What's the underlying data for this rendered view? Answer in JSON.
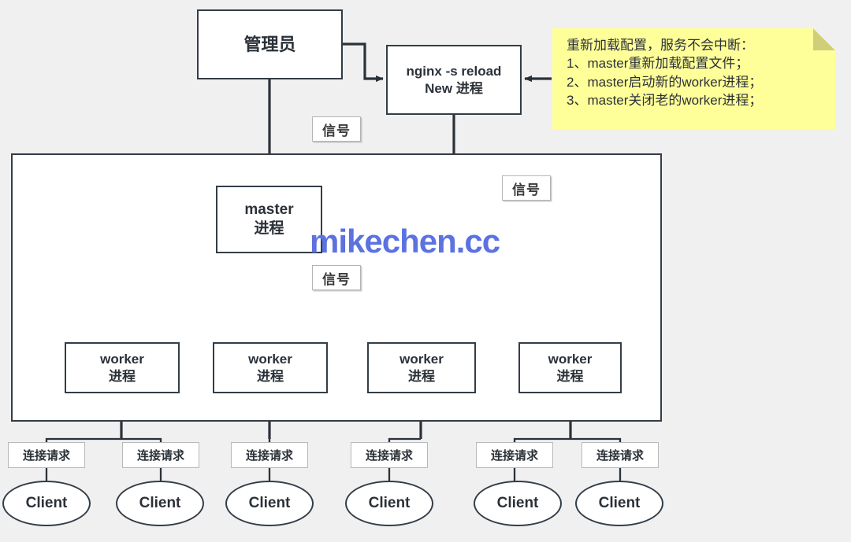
{
  "diagram": {
    "title": "nginx master-worker reload architecture",
    "colors": {
      "background": "#f0f0f0",
      "node_border": "#333d47",
      "node_fill": "#ffffff",
      "note_fill": "#ffff99",
      "note_fold": "#cfcf78",
      "tag_border": "#b4b4b4",
      "watermark": "#5b72e0"
    },
    "watermark": "mikechen.cc",
    "nodes": {
      "admin": {
        "label": "管理员"
      },
      "nginx": {
        "line1": "nginx -s reload",
        "line2": "New 进程"
      },
      "master": {
        "line1": "master",
        "line2": "进程"
      },
      "workers": [
        {
          "line1": "worker",
          "line2": "进程"
        },
        {
          "line1": "worker",
          "line2": "进程"
        },
        {
          "line1": "worker",
          "line2": "进程"
        },
        {
          "line1": "worker",
          "line2": "进程"
        }
      ]
    },
    "signal_tags": [
      {
        "label": "信号"
      },
      {
        "label": "信号"
      },
      {
        "label": "信号"
      }
    ],
    "note": {
      "lines": [
        "重新加载配置，服务不会中断：",
        "1、master重新加载配置文件；",
        "2、master启动新的worker进程；",
        "3、master关闭老的worker进程；"
      ]
    },
    "requests": [
      {
        "label": "连接请求"
      },
      {
        "label": "连接请求"
      },
      {
        "label": "连接请求"
      },
      {
        "label": "连接请求"
      },
      {
        "label": "连接请求"
      },
      {
        "label": "连接请求"
      }
    ],
    "clients": [
      {
        "label": "Client"
      },
      {
        "label": "Client"
      },
      {
        "label": "Client"
      },
      {
        "label": "Client"
      },
      {
        "label": "Client"
      },
      {
        "label": "Client"
      }
    ]
  }
}
